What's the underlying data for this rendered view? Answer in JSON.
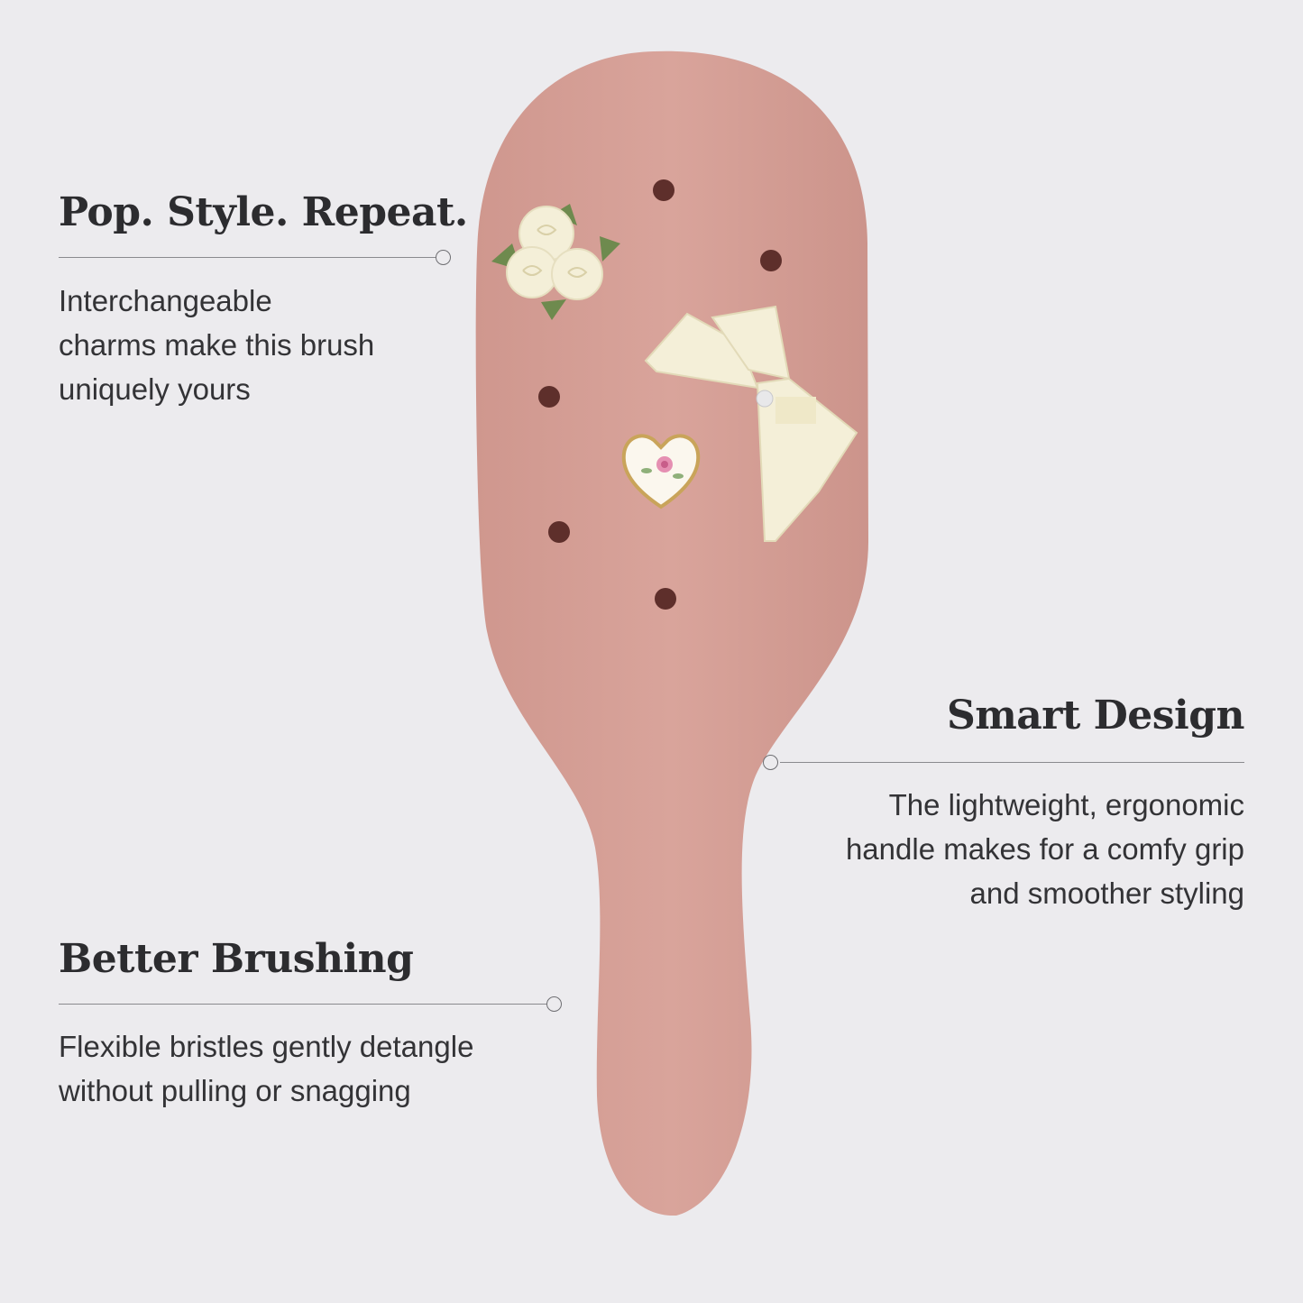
{
  "features": {
    "pop": {
      "title": "Pop. Style. Repeat.",
      "desc_lines": [
        "Interchangeable",
        "charms make this brush",
        "uniquely yours"
      ]
    },
    "smart": {
      "title": "Smart Design",
      "desc_lines": [
        "The lightweight, ergonomic",
        "handle makes for a comfy grip",
        "and smoother styling"
      ]
    },
    "brushing": {
      "title": "Better Brushing",
      "desc_lines": [
        "Flexible bristles gently detangle",
        "without pulling or snagging"
      ]
    }
  },
  "colors": {
    "background": "#ecebee",
    "brush": "#d7a198",
    "charm_cream": "#f4efd8",
    "leaf_green": "#6e8a4e"
  },
  "icons": [
    "rose-charm-icon",
    "bow-charm-icon",
    "heart-charm-icon"
  ]
}
